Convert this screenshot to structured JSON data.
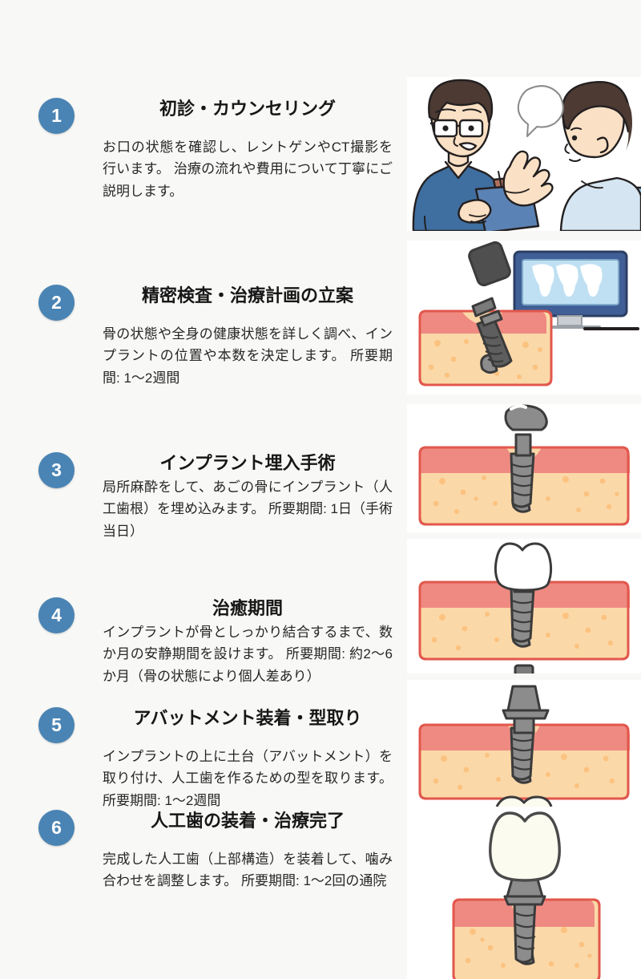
{
  "theme": {
    "background": "#f8f8f6",
    "badge_color": "#4a84b4",
    "badge_text_color": "#ffffff",
    "title_color": "#171717",
    "body_color": "#262626",
    "panel_background": "#ffffff",
    "gum_color": "#ef8a82",
    "bone_color": "#fbd8a8",
    "implant_color": "#8c8c8c",
    "crown_color": "#fbfbef",
    "scrub_blue": "#3f6fa0",
    "shirt_blue": "#cfe0ee",
    "monitor_blue": "#3f5f96"
  },
  "steps": [
    {
      "number": "1",
      "title": "初診・カウンセリング",
      "description": "お口の状態を確認し、レントゲンやCT撮影を行います。 治療の流れや費用について丁寧にご説明します。",
      "illustration": "consultation-illustration"
    },
    {
      "number": "2",
      "title": "精密検査・治療計画の立案",
      "description": "骨の状態や全身の健康状態を詳しく調べ、インプラントの位置や本数を決定します。 所要期間: 1〜2週間",
      "illustration": "ct-drilling-illustration"
    },
    {
      "number": "3",
      "title": "インプラント埋入手術",
      "description": "局所麻酔をして、あごの骨にインプラント（人工歯根）を埋め込みます。 所要期間: 1日（手術当日）",
      "illustration": "implant-placement-illustration"
    },
    {
      "number": "4",
      "title": "治癒期間",
      "description": "インプラントが骨としっかり結合するまで、数か月の安静期間を設けます。 所要期間: 約2〜6か月（骨の状態により個人差あり）",
      "illustration": "healing-crown-illustration"
    },
    {
      "number": "5",
      "title": "アバットメント装着・型取り",
      "description": "インプラントの上に土台（アバットメント）を取り付け、人工歯を作るための型を取ります。 所要期間: 1〜2週間",
      "illustration": "abutment-illustration"
    },
    {
      "number": "6",
      "title": "人工歯の装着・治療完了",
      "description": "完成した人工歯（上部構造）を装着して、噛み合わせを調整します。 所要期間: 1〜2回の通院",
      "illustration": "final-crown-illustration"
    }
  ]
}
